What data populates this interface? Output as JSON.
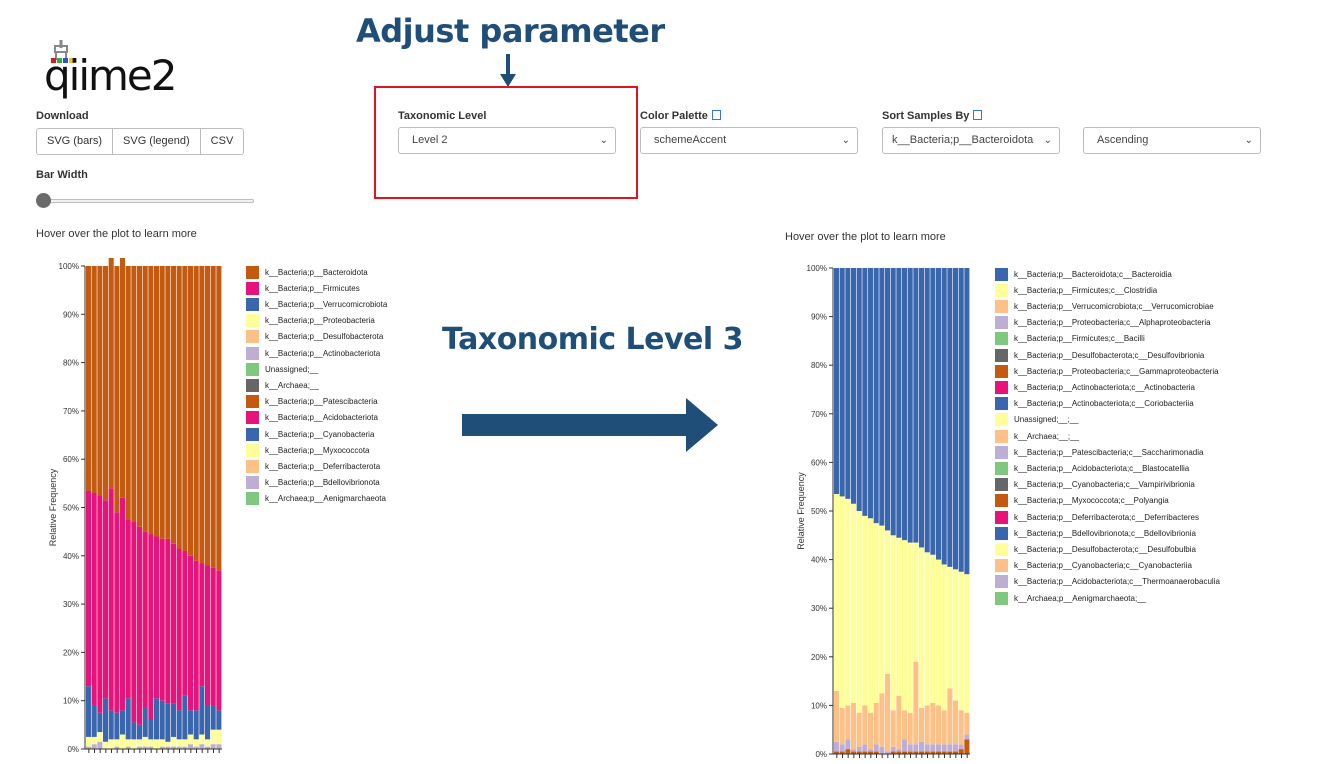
{
  "app": {
    "logo_text": "qiime2"
  },
  "callouts": {
    "adjust": "Adjust parameter",
    "level3": "Taxonomic Level 3"
  },
  "download": {
    "label": "Download",
    "buttons": [
      "SVG (bars)",
      "SVG (legend)",
      "CSV"
    ]
  },
  "bar_width": {
    "label": "Bar Width",
    "value_fraction": 0.0
  },
  "taxonomic_level": {
    "label": "Taxonomic Level",
    "value": "Level 2"
  },
  "color_palette": {
    "label": "Color Palette",
    "value": "schemeAccent"
  },
  "sort_samples": {
    "label": "Sort Samples By",
    "value": "k__Bacteria;p__Bacteroidota",
    "order": "Ascending"
  },
  "hover_hint_left": "Hover over the plot to learn more",
  "hover_hint_right": "Hover over the plot to learn more",
  "colors": {
    "accent": "#1f4e79",
    "highlight": "#e0141e"
  },
  "chart_data": [
    {
      "type": "bar",
      "stacked": true,
      "ylabel": "Relative Frequency",
      "ylim": [
        0,
        100
      ],
      "yticks": [
        "0%",
        "10%",
        "20%",
        "30%",
        "40%",
        "50%",
        "60%",
        "70%",
        "80%",
        "90%",
        "100%"
      ],
      "samples": 24,
      "series": [
        {
          "name": "k__Bacteria;p__Bacteroidota",
          "color": "#c45a10"
        },
        {
          "name": "k__Bacteria;p__Firmicutes",
          "color": "#e8137a"
        },
        {
          "name": "k__Bacteria;p__Verrucomicrobiota",
          "color": "#3a66ae"
        },
        {
          "name": "k__Bacteria;p__Proteobacteria",
          "color": "#ffff99"
        },
        {
          "name": "k__Bacteria;p__Desulfobacterota",
          "color": "#fdc086"
        },
        {
          "name": "k__Bacteria;p__Actinobacteriota",
          "color": "#beaed4"
        },
        {
          "name": "Unassigned;__",
          "color": "#7fc97f"
        },
        {
          "name": "k__Archaea;__",
          "color": "#666666"
        },
        {
          "name": "k__Bacteria;p__Patescibacteria",
          "color": "#c45a10"
        },
        {
          "name": "k__Bacteria;p__Acidobacteriota",
          "color": "#e8137a"
        },
        {
          "name": "k__Bacteria;p__Cyanobacteria",
          "color": "#3a66ae"
        },
        {
          "name": "k__Bacteria;p__Myxococcota",
          "color": "#ffff99"
        },
        {
          "name": "k__Bacteria;p__Deferribacterota",
          "color": "#fdc086"
        },
        {
          "name": "k__Bacteria;p__Bdellovibrionota",
          "color": "#beaed4"
        },
        {
          "name": "k__Archaea;p__Aenigmarchaeota",
          "color": "#7fc97f"
        }
      ],
      "stack_values": {
        "Bacteroidota": [
          46.5,
          47,
          47.5,
          48.5,
          50,
          51,
          51.5,
          52.5,
          53,
          54,
          55,
          55.5,
          56,
          56.5,
          56.5,
          57.5,
          58.5,
          59,
          60,
          61,
          61.5,
          62,
          62.5,
          63
        ],
        "Firmicutes": [
          40.5,
          44,
          45,
          41,
          46,
          41.5,
          44,
          37,
          41.5,
          41,
          36.5,
          38.5,
          33.5,
          33.5,
          34,
          33,
          33.5,
          30,
          32,
          31,
          25.5,
          29,
          28.5,
          29
        ],
        "Verrucomicrobiota": [
          10.5,
          6.5,
          4,
          9,
          6,
          5.5,
          5,
          8.5,
          3.5,
          3,
          6,
          4,
          8.5,
          8,
          8,
          7,
          6,
          9,
          5,
          6,
          10,
          7,
          5,
          4
        ],
        "Proteobacteria": [
          2,
          1.5,
          2,
          1.5,
          2,
          1.5,
          3,
          1.5,
          2,
          1.5,
          2,
          1.5,
          2,
          1.5,
          1,
          2,
          1.5,
          1.5,
          2,
          1.5,
          2,
          1.5,
          3,
          3
        ],
        "Other": [
          0.5,
          1,
          1.5,
          0,
          0,
          0.5,
          0,
          0.5,
          0,
          0.5,
          0.5,
          0.5,
          0,
          0.5,
          0.5,
          0.5,
          0.5,
          0.5,
          1,
          0.5,
          1,
          0.5,
          1,
          1
        ]
      }
    },
    {
      "type": "bar",
      "stacked": true,
      "ylabel": "Relative Frequency",
      "ylim": [
        0,
        100
      ],
      "yticks": [
        "0%",
        "10%",
        "20%",
        "30%",
        "40%",
        "50%",
        "60%",
        "70%",
        "80%",
        "90%",
        "100%"
      ],
      "samples": 24,
      "series": [
        {
          "name": "k__Bacteria;p__Bacteroidota;c__Bacteroidia",
          "color": "#3a66ae"
        },
        {
          "name": "k__Bacteria;p__Firmicutes;c__Clostridia",
          "color": "#ffff99"
        },
        {
          "name": "k__Bacteria;p__Verrucomicrobiota;c__Verrucomicrobiae",
          "color": "#fdc086"
        },
        {
          "name": "k__Bacteria;p__Proteobacteria;c__Alphaproteobacteria",
          "color": "#beaed4"
        },
        {
          "name": "k__Bacteria;p__Firmicutes;c__Bacilli",
          "color": "#7fc97f"
        },
        {
          "name": "k__Bacteria;p__Desulfobacterota;c__Desulfovibrionia",
          "color": "#666666"
        },
        {
          "name": "k__Bacteria;p__Proteobacteria;c__Gammaproteobacteria",
          "color": "#c45a10"
        },
        {
          "name": "k__Bacteria;p__Actinobacteriota;c__Actinobacteria",
          "color": "#e8137a"
        },
        {
          "name": "k__Bacteria;p__Actinobacteriota;c__Coriobacteriia",
          "color": "#3a66ae"
        },
        {
          "name": "Unassigned;__;__",
          "color": "#ffff99"
        },
        {
          "name": "k__Archaea;__;__",
          "color": "#fdc086"
        },
        {
          "name": "k__Bacteria;p__Patescibacteria;c__Saccharimonadia",
          "color": "#beaed4"
        },
        {
          "name": "k__Bacteria;p__Acidobacteriota;c__Blastocatellia",
          "color": "#7fc97f"
        },
        {
          "name": "k__Bacteria;p__Cyanobacteria;c__Vampirivibrionia",
          "color": "#666666"
        },
        {
          "name": "k__Bacteria;p__Myxococcota;c__Polyangia",
          "color": "#c45a10"
        },
        {
          "name": "k__Bacteria;p__Deferribacterota;c__Deferribacteres",
          "color": "#e8137a"
        },
        {
          "name": "k__Bacteria;p__Bdellovibrionota;c__Bdellovibrionia",
          "color": "#3a66ae"
        },
        {
          "name": "k__Bacteria;p__Desulfobacterota;c__Desulfobulbia",
          "color": "#ffff99"
        },
        {
          "name": "k__Bacteria;p__Cyanobacteria;c__Cyanobacteriia",
          "color": "#fdc086"
        },
        {
          "name": "k__Bacteria;p__Acidobacteriota;c__Thermoanaerobaculia",
          "color": "#beaed4"
        },
        {
          "name": "k__Archaea;p__Aenigmarchaeota;__",
          "color": "#7fc97f"
        }
      ],
      "stack_values": {
        "Bacteroidia": [
          46.5,
          47,
          47.5,
          48.5,
          50,
          51,
          51.5,
          52.5,
          53,
          54,
          55,
          55.5,
          56,
          56.5,
          56.5,
          57.5,
          58.5,
          59,
          60,
          61,
          61.5,
          62,
          62.5,
          63
        ],
        "Clostridia": [
          40.5,
          43.5,
          42.5,
          41,
          41.5,
          39,
          40,
          37,
          34.5,
          29.5,
          36,
          32.5,
          35,
          35,
          24.5,
          33,
          31.5,
          30.5,
          30,
          30,
          25,
          27,
          28.5,
          28.5
        ],
        "Verrucomicrobiae": [
          10.5,
          7.5,
          7,
          9.5,
          7,
          8,
          7.5,
          8.5,
          11,
          16,
          7.5,
          11,
          6,
          6.5,
          17,
          7,
          8,
          8.5,
          8,
          7,
          11.5,
          9,
          7,
          4.5
        ],
        "Alphaproteobacteria": [
          2,
          1.5,
          2,
          0.5,
          1,
          1.5,
          0.5,
          1.5,
          1.5,
          0.5,
          1,
          0.5,
          2.5,
          1.5,
          1.5,
          2,
          1.5,
          1.5,
          1.5,
          1.5,
          1.5,
          1.5,
          1,
          1
        ],
        "Other": [
          0.5,
          0.5,
          1,
          0.5,
          0.5,
          0.5,
          0.5,
          0.5,
          0,
          0,
          0.5,
          0.5,
          0.5,
          0.5,
          0.5,
          0.5,
          0.5,
          0.5,
          0.5,
          0.5,
          0.5,
          0.5,
          1,
          3
        ]
      }
    }
  ]
}
